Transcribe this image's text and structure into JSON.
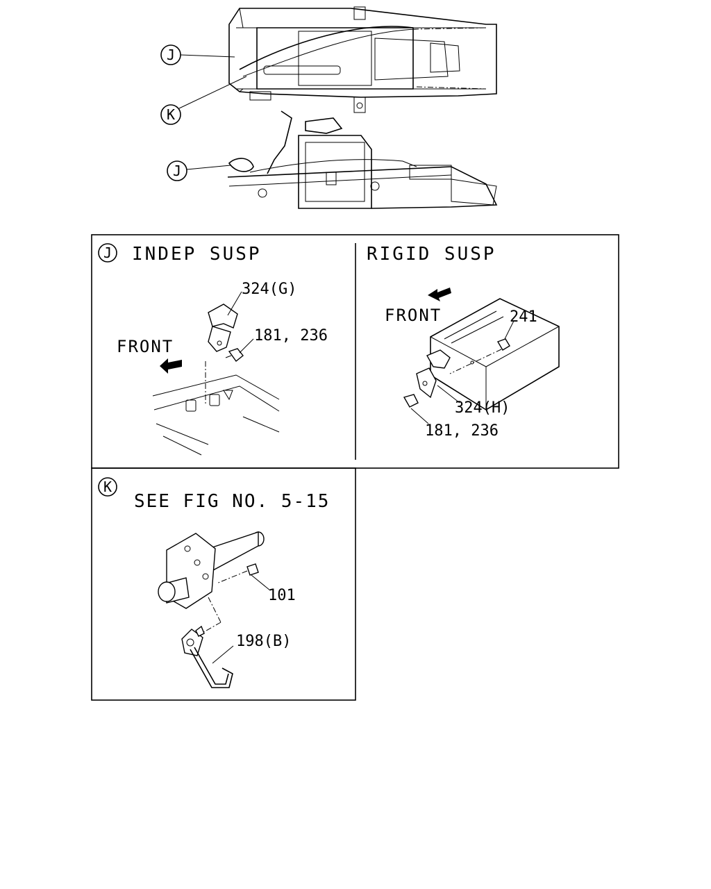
{
  "callouts": {
    "overview_j_top": "J",
    "overview_k": "K",
    "overview_j_bottom": "J"
  },
  "panel_j": {
    "badge": "J",
    "indep_title": "INDEP SUSP",
    "indep_part_bracket": "324(G)",
    "indep_part_bolt": "181, 236",
    "indep_front": "FRONT",
    "rigid_title": "RIGID SUSP",
    "rigid_front": "FRONT",
    "rigid_part_nut": "241",
    "rigid_part_bracket": "324(H)",
    "rigid_part_bolt": "181, 236"
  },
  "panel_k": {
    "badge": "K",
    "title": "SEE FIG NO. 5-15",
    "part_nut": "101",
    "part_clip": "198(B)"
  }
}
